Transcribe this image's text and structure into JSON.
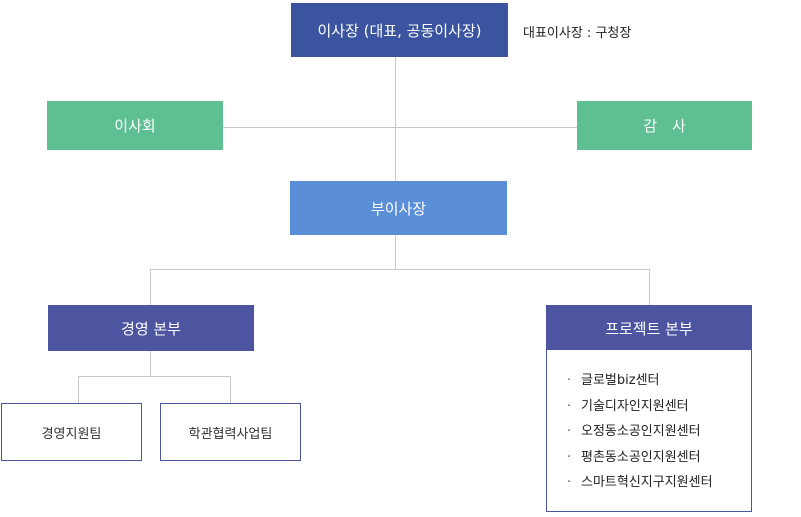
{
  "chairman": {
    "label": "이사장 (대표, 공동이사장)",
    "note": "대표이사장 : 구청장"
  },
  "board": {
    "label": "이사회"
  },
  "auditor": {
    "label": "감　사"
  },
  "vice_chairman": {
    "label": "부이사장"
  },
  "management_hq": {
    "label": "경영 본부",
    "teams": [
      {
        "label": "경영지원팀"
      },
      {
        "label": "학관협력사업팀"
      }
    ]
  },
  "project_hq": {
    "label": "프로젝트 본부",
    "centers": [
      "글로벌biz센터",
      "기술디자인지원센터",
      "오정동소공인지원센터",
      "평촌동소공인지원센터",
      "스마트혁신지구지원센터"
    ]
  },
  "colors": {
    "chairman": "#3a54a0",
    "side_boxes": "#5ebf93",
    "vice_chairman": "#5a8ed6",
    "headquarters": "#4d55a1",
    "connector_lines": "#c8c8c8"
  }
}
